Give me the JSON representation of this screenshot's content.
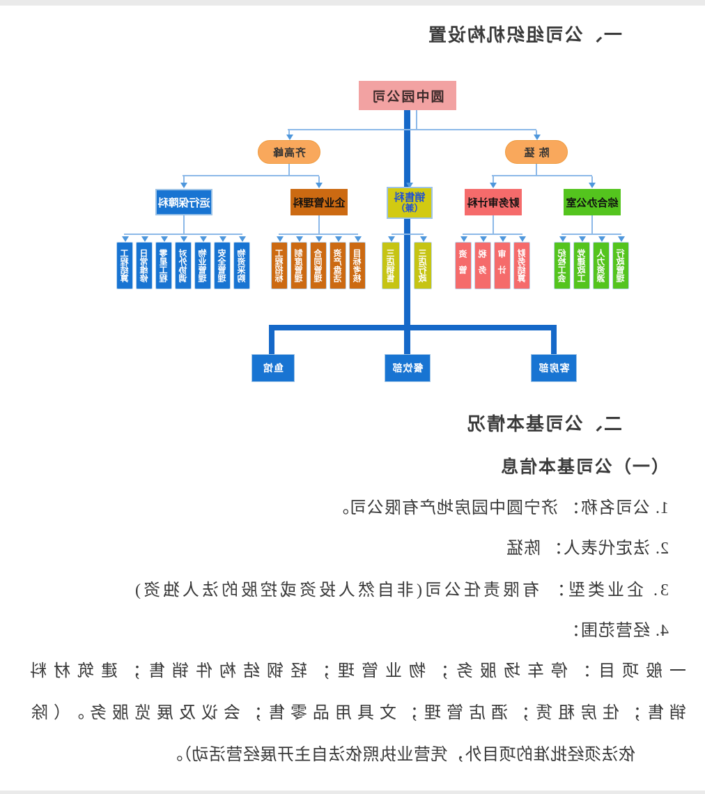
{
  "doc": {
    "heading1": "一、公司组织机构设置",
    "heading2": "二、公司基本情况",
    "heading3": "（一）公司基本信息",
    "items": [
      "1. 公司名称：  济宁圆中园房地产有限公司。",
      "2. 法定代表人：  陈猛",
      "3. 企业类型：  有限责任公司(非自然人投资或控股的法人独资)",
      "4. 经营范围："
    ],
    "scope_lines": [
      "一般项目：停车场服务；物业管理；轻钢结构件销售；建筑材料",
      "销售；住房租赁；酒店管理；文具用品零售；会议及展览服务。（除",
      "依法须经批准的项目外，凭营业执照依法自主开展经营活动）。"
    ]
  },
  "org_chart": {
    "root": "圆中园公司",
    "leaders": [
      {
        "name": "陈 猛"
      },
      {
        "name": "齐高峰"
      }
    ],
    "departments": [
      {
        "label": "综合办公室",
        "children": [
          "行政管理",
          "人力资源",
          "党建政工",
          "纪检工会"
        ]
      },
      {
        "label": "财务审计科",
        "children": [
          "财务结算",
          "审计",
          "税务",
          "资管"
        ]
      },
      {
        "label": "销售科",
        "sub": "（兼）",
        "children": [
          "三店行政",
          "三店销售"
        ]
      },
      {
        "label": "企业管理科",
        "children": [
          "目标考核",
          "资产盘活",
          "合同管理",
          "制度管理",
          "工程招标"
        ]
      },
      {
        "label": "运行保障科",
        "children": [
          "物资采购",
          "安全管理",
          "物业管理",
          "对外协调",
          "零星工程",
          "日常维修",
          "工程结算"
        ]
      }
    ],
    "bottom_units": [
      "客房部",
      "餐饮部",
      "鱼馆"
    ]
  },
  "colors": {
    "root_box": "#f2a2a2",
    "leader_oval": "#f9a85c",
    "dept_green": "#54c41e",
    "dept_pink": "#f56b6b",
    "dept_yellow": "#d2ca12",
    "dept_orange": "#cc6a12",
    "dept_blue": "#1874d2",
    "yellow_text": "#1f51d3",
    "trunk_line": "#1568c8",
    "thin_line": "#8bb8e8",
    "arrow": "#4e97dc",
    "body_text": "#383838"
  },
  "note": "page is rendered horizontally mirrored (scaleX(-1)), as in the screenshot"
}
